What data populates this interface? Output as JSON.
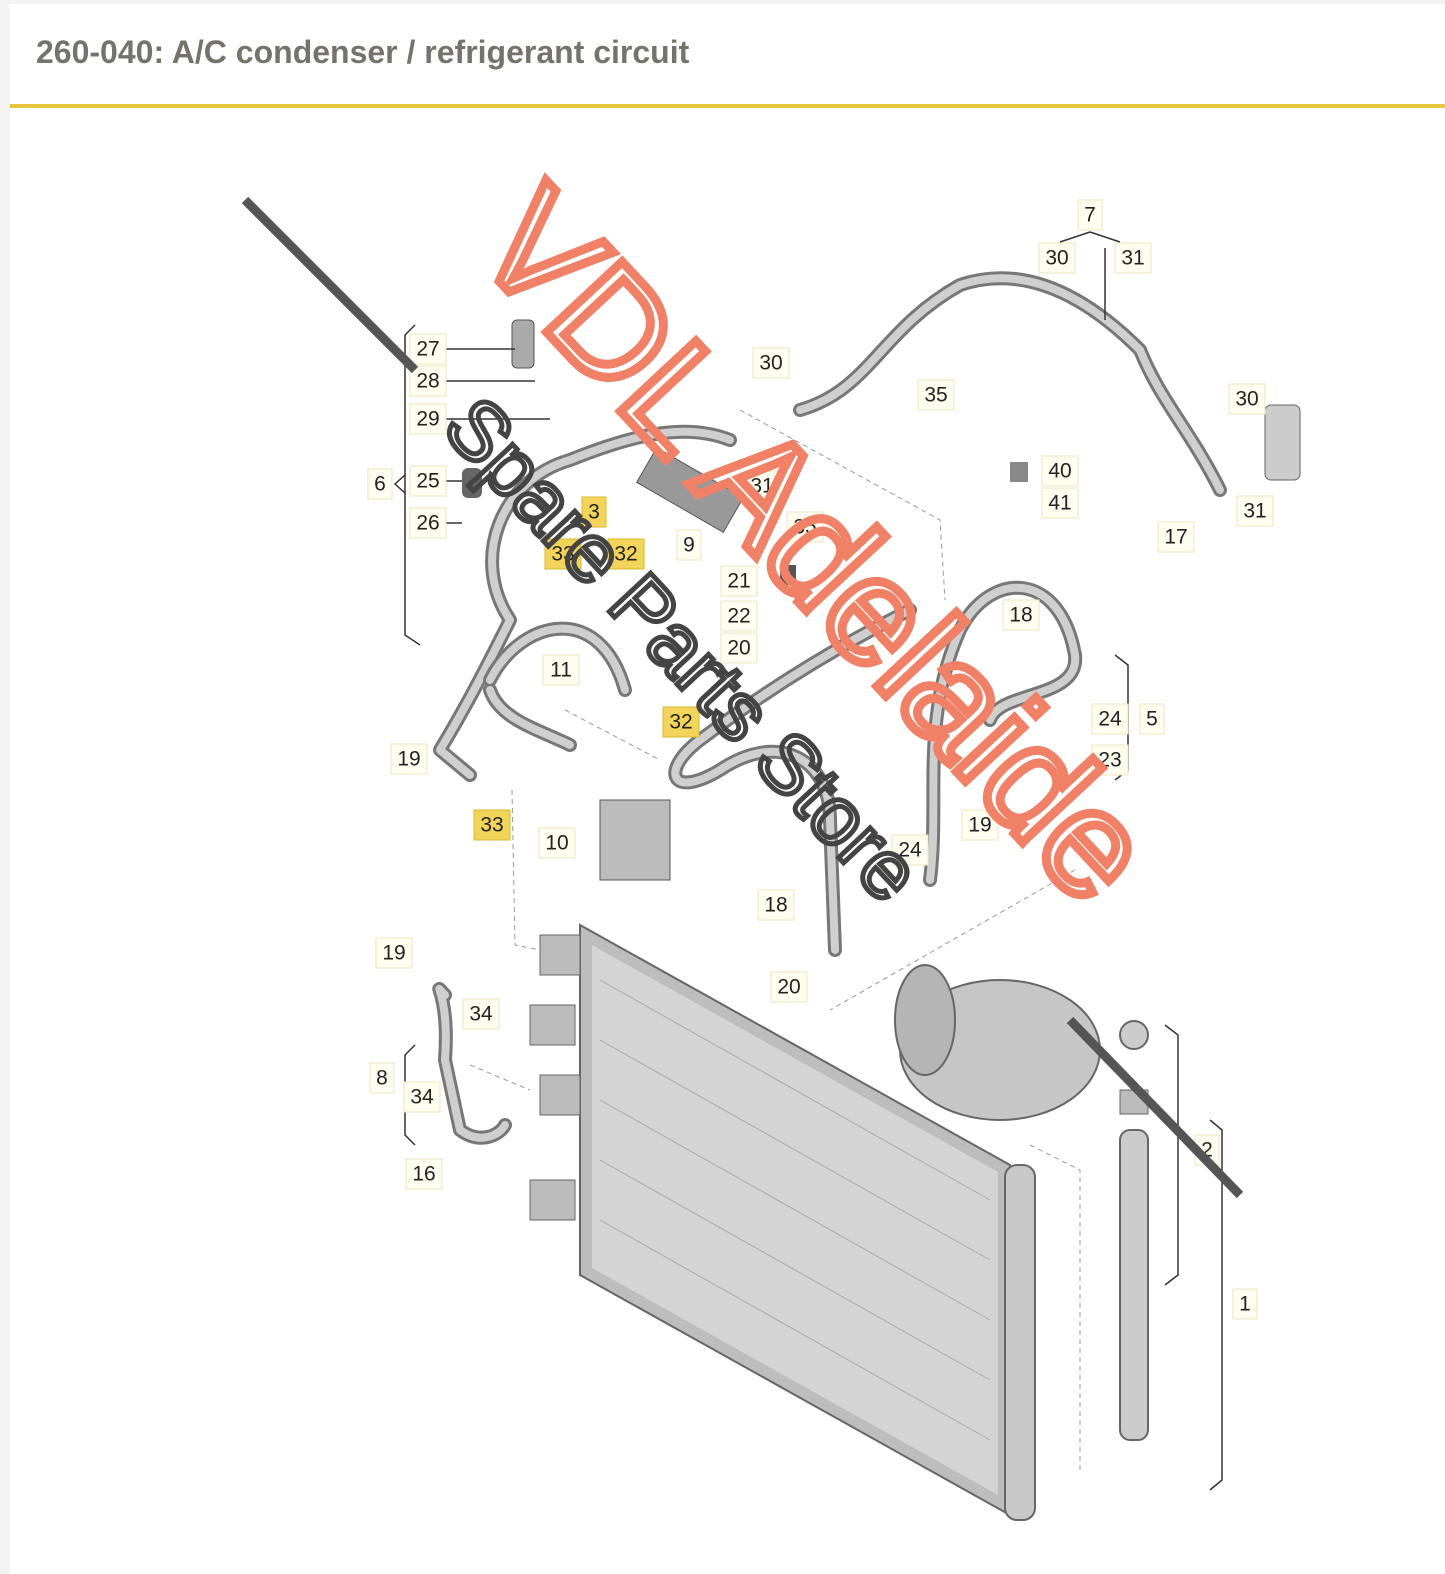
{
  "header": {
    "title": "260-040: A/C condenser / refrigerant circuit"
  },
  "diagram": {
    "watermark": {
      "line1": "VDL Adelaide",
      "line2": "Spare Parts Store"
    },
    "accent_color": "#e6c63a",
    "highlight_color": "#f3d45a",
    "callouts": [
      {
        "n": "7",
        "hl": false
      },
      {
        "n": "30",
        "hl": false
      },
      {
        "n": "31",
        "hl": false
      },
      {
        "n": "27",
        "hl": false
      },
      {
        "n": "28",
        "hl": false
      },
      {
        "n": "29",
        "hl": false
      },
      {
        "n": "6",
        "hl": false
      },
      {
        "n": "25",
        "hl": false
      },
      {
        "n": "26",
        "hl": false
      },
      {
        "n": "30",
        "hl": false
      },
      {
        "n": "35",
        "hl": false
      },
      {
        "n": "30",
        "hl": false
      },
      {
        "n": "31",
        "hl": false
      },
      {
        "n": "35",
        "hl": false
      },
      {
        "n": "40",
        "hl": false
      },
      {
        "n": "41",
        "hl": false
      },
      {
        "n": "31",
        "hl": false
      },
      {
        "n": "17",
        "hl": false
      },
      {
        "n": "3",
        "hl": true
      },
      {
        "n": "33",
        "hl": true
      },
      {
        "n": "32",
        "hl": true
      },
      {
        "n": "9",
        "hl": false
      },
      {
        "n": "21",
        "hl": false
      },
      {
        "n": "22",
        "hl": false
      },
      {
        "n": "20",
        "hl": false
      },
      {
        "n": "18",
        "hl": false
      },
      {
        "n": "11",
        "hl": false
      },
      {
        "n": "32",
        "hl": true
      },
      {
        "n": "24",
        "hl": false
      },
      {
        "n": "5",
        "hl": false
      },
      {
        "n": "23",
        "hl": false
      },
      {
        "n": "19",
        "hl": false
      },
      {
        "n": "33",
        "hl": true
      },
      {
        "n": "10",
        "hl": false
      },
      {
        "n": "19",
        "hl": false
      },
      {
        "n": "24",
        "hl": false
      },
      {
        "n": "18",
        "hl": false
      },
      {
        "n": "20",
        "hl": false
      },
      {
        "n": "19",
        "hl": false
      },
      {
        "n": "34",
        "hl": false
      },
      {
        "n": "8",
        "hl": false
      },
      {
        "n": "34",
        "hl": false
      },
      {
        "n": "16",
        "hl": false
      },
      {
        "n": "2",
        "hl": false
      },
      {
        "n": "1",
        "hl": false
      }
    ]
  }
}
